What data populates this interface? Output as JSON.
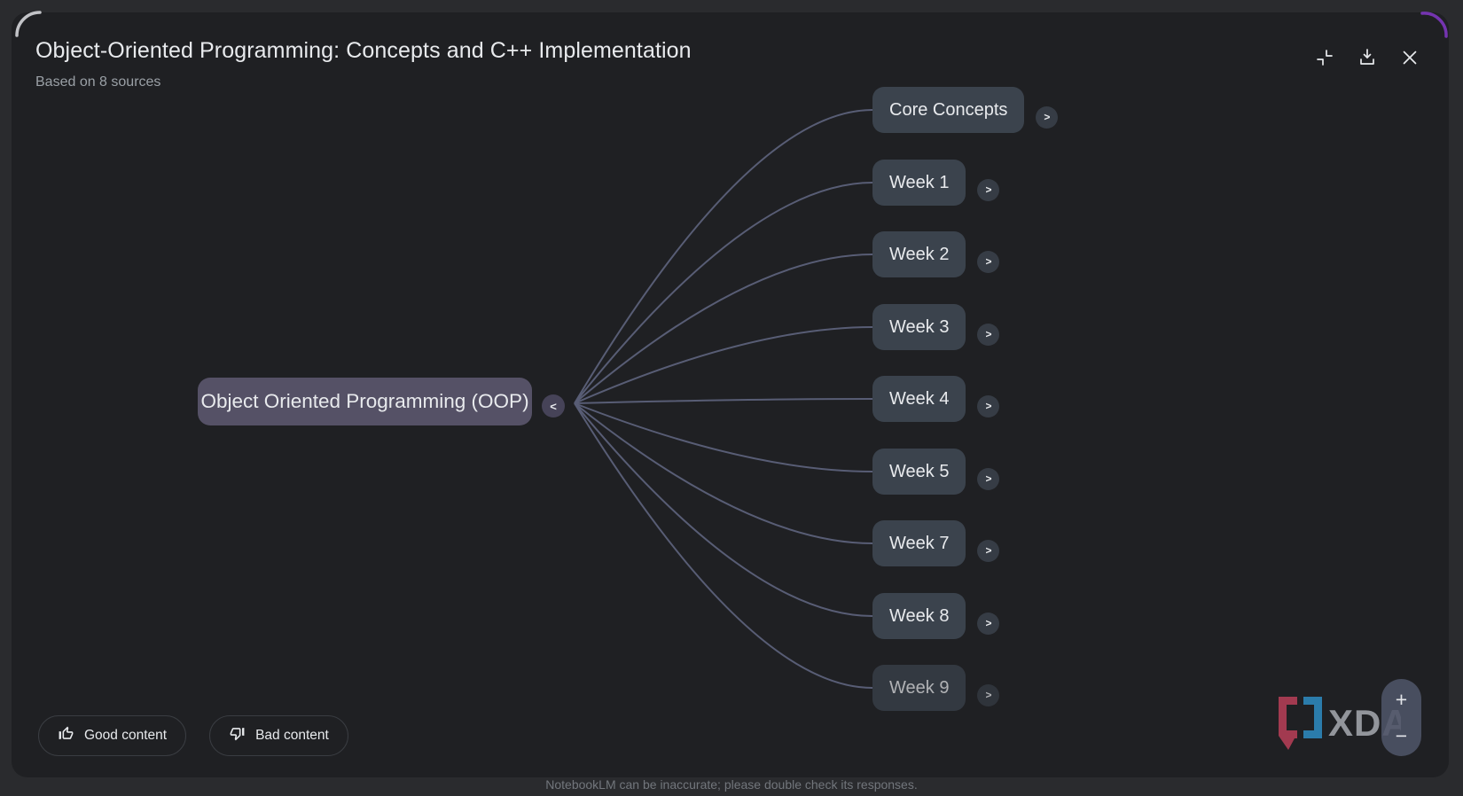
{
  "header": {
    "title": "Object-Oriented Programming: Concepts and C++ Implementation",
    "subtitle": "Based on 8 sources"
  },
  "mindmap": {
    "root": {
      "label": "Object Oriented Programming (OOP)",
      "collapse_glyph": "<"
    },
    "expand_glyph": ">",
    "children": [
      {
        "label": "Core Concepts",
        "dimmed": false
      },
      {
        "label": "Week 1",
        "dimmed": false
      },
      {
        "label": "Week 2",
        "dimmed": false
      },
      {
        "label": "Week 3",
        "dimmed": false
      },
      {
        "label": "Week 4",
        "dimmed": false
      },
      {
        "label": "Week 5",
        "dimmed": false
      },
      {
        "label": "Week 7",
        "dimmed": false
      },
      {
        "label": "Week 8",
        "dimmed": false
      },
      {
        "label": "Week 9",
        "dimmed": true
      }
    ]
  },
  "feedback": {
    "good_label": "Good content",
    "bad_label": "Bad content"
  },
  "zoom_controls": {
    "zoom_in": "+",
    "zoom_out": "−"
  },
  "watermark": {
    "brand": "XDA"
  },
  "footer": {
    "disclaimer": "NotebookLM can be inaccurate; please double check its responses."
  },
  "colors": {
    "page_bg": "#2a2b2e",
    "modal_bg": "#1f2023",
    "root_node_bg": "#555166",
    "child_node_bg": "#3b434d",
    "curve": "#585d75",
    "accent_purple": "#8438c9",
    "spinner_gray": "#c2c3c7",
    "text_primary": "#e8eaed",
    "text_secondary": "#9aa0a6"
  }
}
